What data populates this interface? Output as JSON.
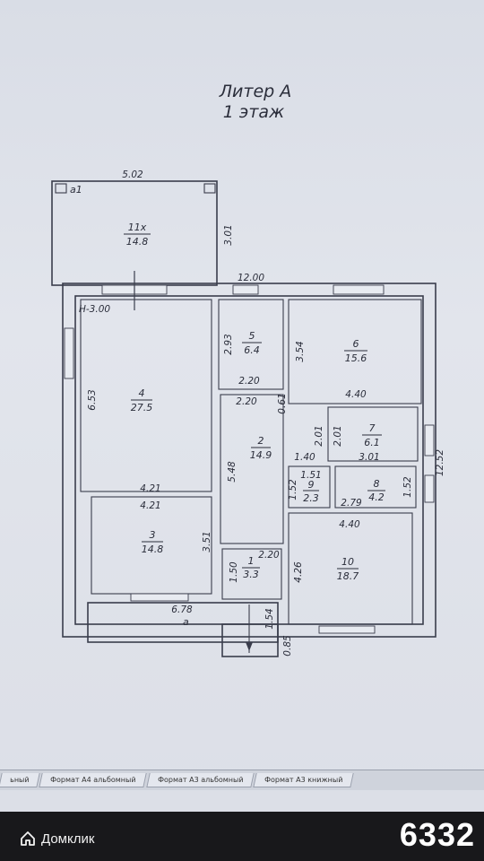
{
  "plan": {
    "title": "Литер А",
    "subtitle": "1 этаж",
    "rooms": [
      {
        "id": "11x",
        "number": "11х",
        "area": "14.8"
      },
      {
        "id": "4",
        "number": "4",
        "area": "27.5"
      },
      {
        "id": "5",
        "number": "5",
        "area": "6.4"
      },
      {
        "id": "6",
        "number": "6",
        "area": "15.6"
      },
      {
        "id": "2",
        "number": "2",
        "area": "14.9"
      },
      {
        "id": "7",
        "number": "7",
        "area": "6.1"
      },
      {
        "id": "9",
        "number": "9",
        "area": "2.3"
      },
      {
        "id": "8",
        "number": "8",
        "area": "4.2"
      },
      {
        "id": "3",
        "number": "3",
        "area": "14.8"
      },
      {
        "id": "1",
        "number": "1",
        "area": "3.3"
      },
      {
        "id": "10",
        "number": "10",
        "area": "18.7"
      }
    ],
    "labels": {
      "a1": "а1",
      "a": "а",
      "height": "Н-3.00"
    },
    "dimensions": {
      "d502": "5.02",
      "d301a": "3.01",
      "d1200": "12.00",
      "d293": "2.93",
      "d220a": "2.20",
      "d354": "3.54",
      "d440a": "4.40",
      "d653": "6.53",
      "d220b": "2.20",
      "d061": "0.61",
      "d201a": "2.01",
      "d201b": "2.01",
      "d548": "5.48",
      "d140": "1.40",
      "d301b": "3.01",
      "d421a": "4.21",
      "d151": "1.51",
      "d152a": "1.52",
      "d152b": "1.52",
      "d279": "2.79",
      "d1252": "12.52",
      "d421b": "4.21",
      "d440b": "4.40",
      "d351": "3.51",
      "d220c": "2.20",
      "d150": "1.50",
      "d426": "4.26",
      "d678": "6.78",
      "d154": "1.54",
      "d085": "0.85"
    }
  },
  "tabs": [
    {
      "label": "ьный"
    },
    {
      "label": "Формат А4 альбомный"
    },
    {
      "label": "Формат А3 альбомный"
    },
    {
      "label": "Формат А3 книжный"
    }
  ],
  "brand": "Домклик",
  "listing_id": "6332"
}
